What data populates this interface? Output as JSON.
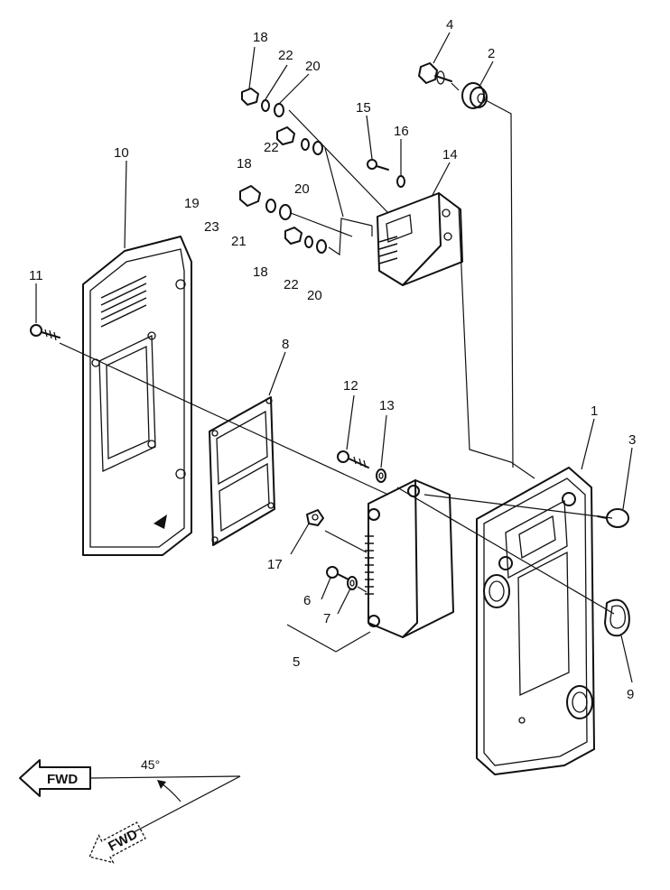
{
  "callouts": {
    "p1": "1",
    "p2": "2",
    "p3": "3",
    "p4": "4",
    "p5": "5",
    "p6": "6",
    "p7": "7",
    "p8": "8",
    "p9": "9",
    "p10": "10",
    "p11": "11",
    "p12": "12",
    "p13": "13",
    "p14": "14",
    "p15": "15",
    "p16": "16",
    "p17": "17",
    "p18a": "18",
    "p18b": "18",
    "p18c": "18",
    "p19": "19",
    "p20a": "20",
    "p20b": "20",
    "p20c": "20",
    "p21": "21",
    "p22a": "22",
    "p22b": "22",
    "p22c": "22",
    "p23": "23"
  },
  "direction": {
    "fwd_label": "FWD",
    "fwd_label_rotated": "FWD",
    "angle": "45°"
  }
}
